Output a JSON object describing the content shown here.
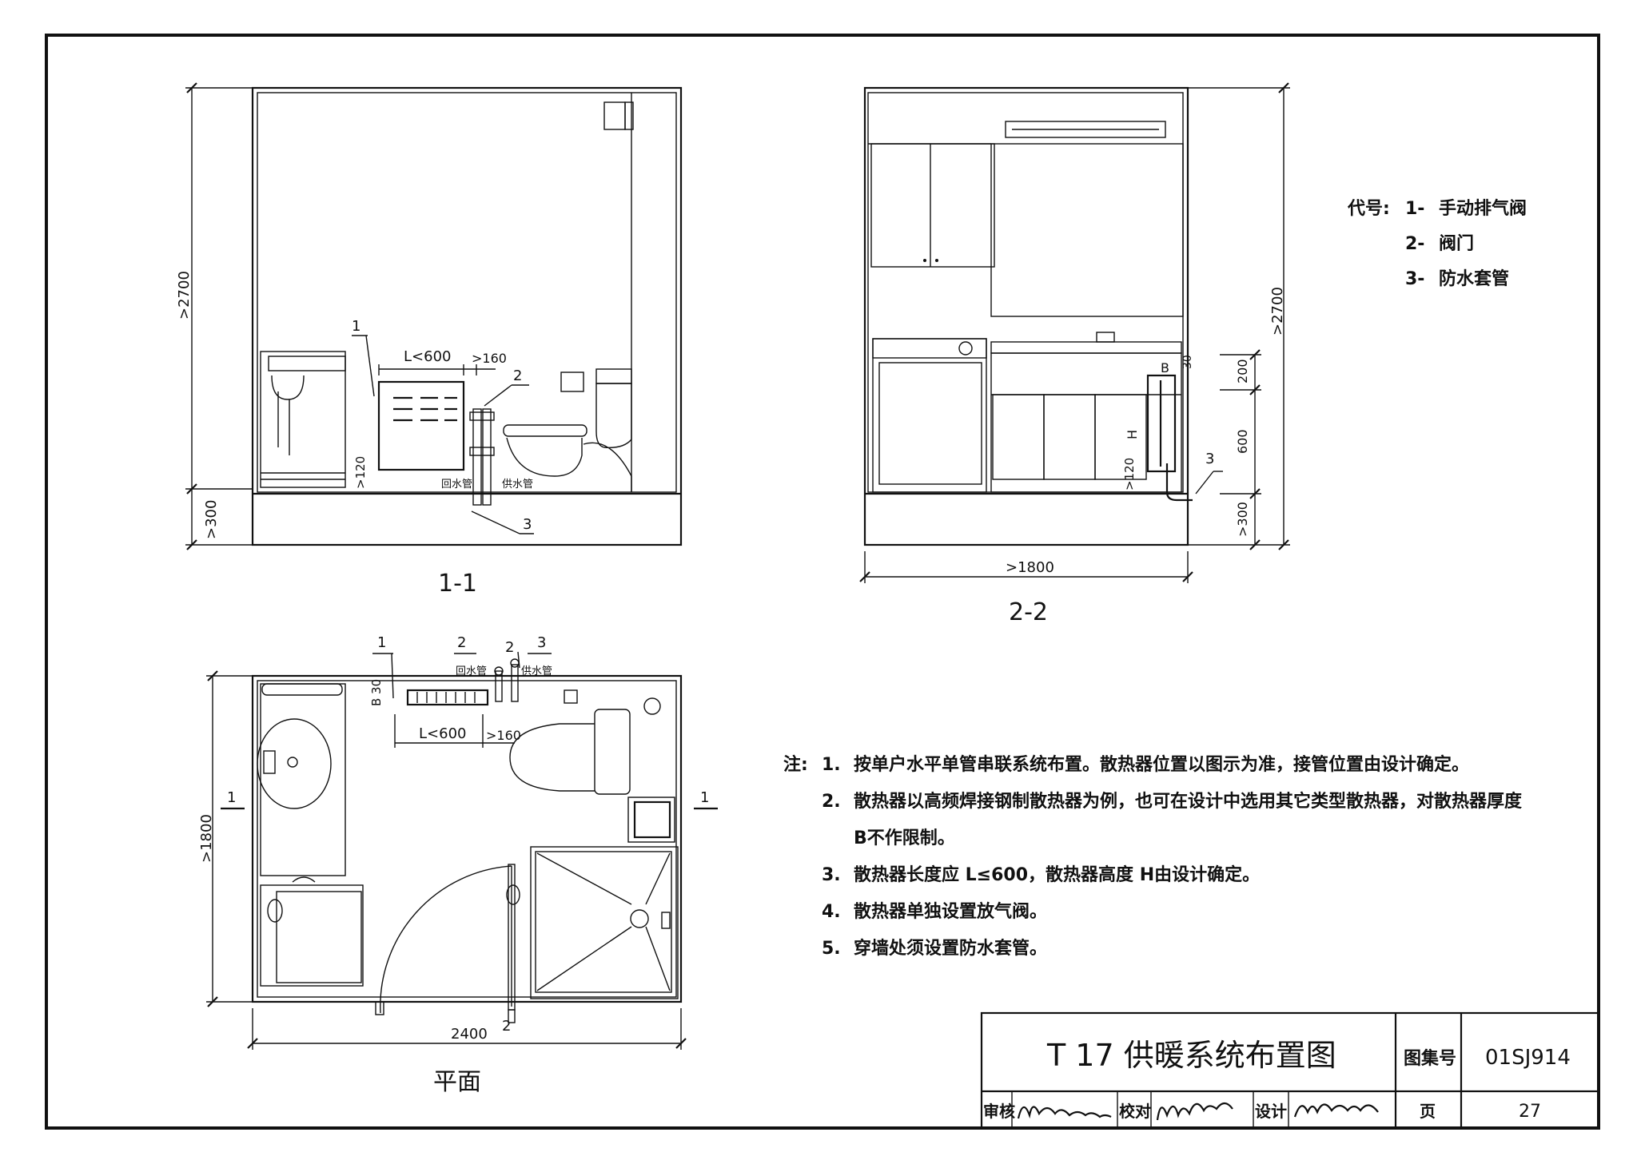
{
  "legend": {
    "heading": "代号:",
    "items": [
      {
        "num": "1-",
        "name": "手动排气阀"
      },
      {
        "num": "2-",
        "name": "阀门"
      },
      {
        "num": "3-",
        "name": "防水套管"
      }
    ]
  },
  "section_1_1": {
    "title": "1-1",
    "dim_height": ">2700",
    "dim_floor": ">300",
    "dim_len": "L<600",
    "dim_gap": ">160",
    "dim_low": ">120",
    "tag1": "1",
    "tag2": "2",
    "tag3": "3",
    "pipe_return": "回水管",
    "pipe_supply": "供水管"
  },
  "section_2_2": {
    "title": "2-2",
    "dim_height": ">2700",
    "dim_width": ">1800",
    "dim_200": "200",
    "dim_600": "600",
    "dim_300": ">300",
    "dim_120": ">120",
    "label_b": "B",
    "label_30": "30",
    "label_h": "H",
    "tag3": "3"
  },
  "plan": {
    "title": "平面",
    "dim_width": "2400",
    "dim_depth": ">1800",
    "dim_len": "L<600",
    "dim_gap": ">160",
    "dim_b30": "B 30",
    "cut_left": "1",
    "cut_right": "1",
    "tag1": "1",
    "tag2a": "2",
    "tag2b": "2",
    "tag3": "3",
    "tag2c": "2",
    "pipe_return": "回水管",
    "pipe_supply": "供水管"
  },
  "notes": {
    "heading": "注:",
    "items": [
      {
        "num": "1.",
        "text": "按单户水平单管串联系统布置。散热器位置以图示为准，接管位置由设计确定。"
      },
      {
        "num": "2.",
        "text": "散热器以高频焊接钢制散热器为例，也可在设计中选用其它类型散热器，对散热器厚度"
      },
      {
        "num": "",
        "text": "B不作限制。"
      },
      {
        "num": "3.",
        "text": "散热器长度应 L≤600，散热器高度 H由设计确定。"
      },
      {
        "num": "4.",
        "text": "散热器单独设置放气阀。"
      },
      {
        "num": "5.",
        "text": "穿墙处须设置防水套管。"
      }
    ]
  },
  "title_block": {
    "title": "T 17 供暖系统布置图",
    "atlas_label": "图集号",
    "atlas_no": "01SJ914",
    "review_label": "审核",
    "check_label": "校对",
    "design_label": "设计",
    "page_label": "页",
    "page_no": "27"
  }
}
